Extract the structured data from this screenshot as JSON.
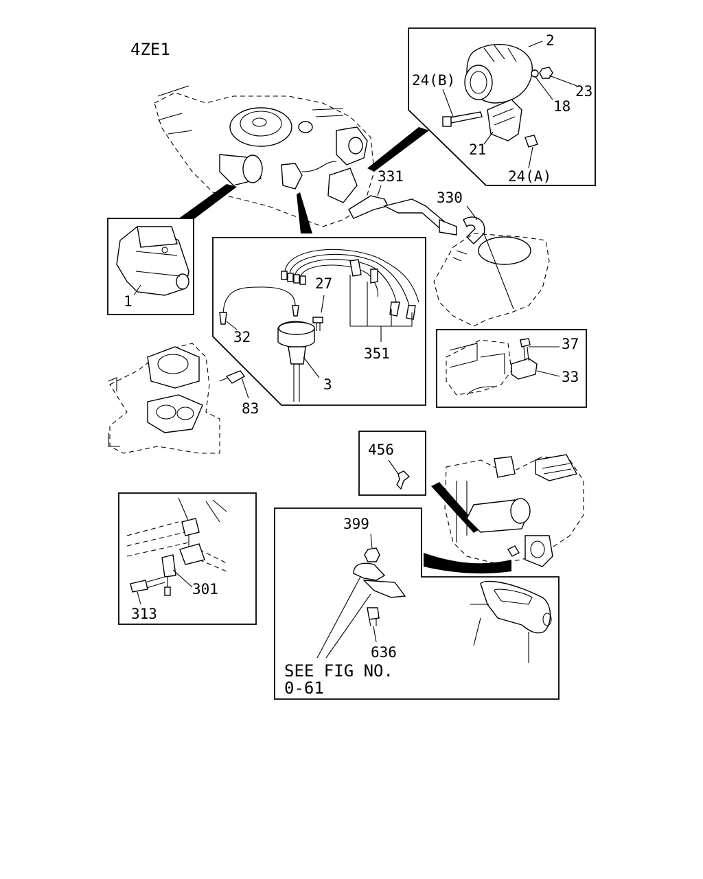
{
  "engine_code": "4ZE1",
  "callouts": {
    "c1": "1",
    "c2": "2",
    "c3": "3",
    "c18": "18",
    "c21": "21",
    "c23": "23",
    "c24a": "24(A)",
    "c24b": "24(B)",
    "c27": "27",
    "c32": "32",
    "c33": "33",
    "c37": "37",
    "c83": "83",
    "c301": "301",
    "c313": "313",
    "c330": "330",
    "c331": "331",
    "c351": "351",
    "c399": "399",
    "c456": "456",
    "c636": "636"
  },
  "note": {
    "line1": "SEE FIG NO.",
    "line2": "0-61"
  }
}
